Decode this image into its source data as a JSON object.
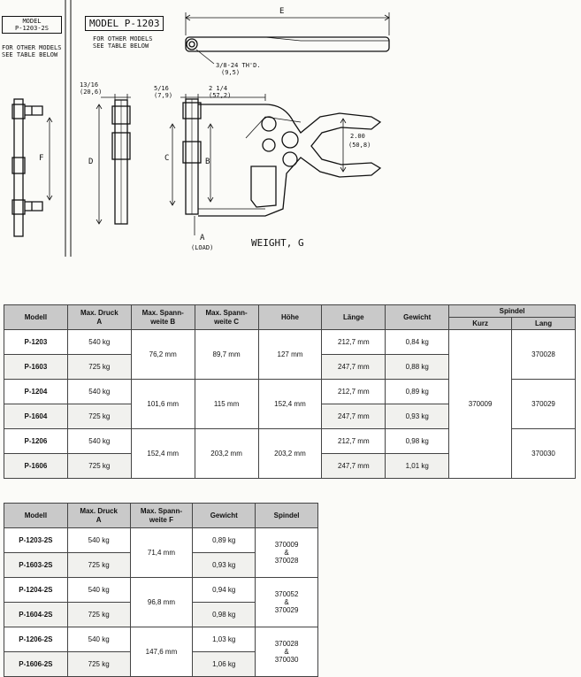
{
  "drawing": {
    "model_box_left": [
      "MODEL",
      "P-1203-2S"
    ],
    "note_left": [
      "FOR OTHER MODELS",
      "SEE TABLE BELOW"
    ],
    "model_box_right": "MODEL P-1203",
    "note_right": [
      "FOR OTHER MODELS",
      "SEE TABLE BELOW"
    ],
    "dim_e": "E",
    "thread": "3/8-24 TH'D.",
    "thread_mm": "(9,5)",
    "dim_13_16": "13/16",
    "dim_13_16_mm": "(20,6)",
    "dim_5_16": "5/16",
    "dim_5_16_mm": "(7,9)",
    "dim_2_1_4": "2 1/4",
    "dim_2_1_4_mm": "(57,2)",
    "dim_2_00": "2.00",
    "dim_2_00_mm": "(50,8)",
    "dim_f": "F",
    "dim_d": "D",
    "dim_c": "C",
    "dim_b": "B",
    "dim_a": "A",
    "load": "(LOAD)",
    "weight": "WEIGHT, G"
  },
  "table1": {
    "headers": {
      "modell": "Modell",
      "druck": [
        "Max. Druck",
        "A"
      ],
      "spann_b": [
        "Max. Spann-",
        "weite B"
      ],
      "spann_c": [
        "Max. Spann-",
        "weite C"
      ],
      "hoehe": "Höhe",
      "laenge": "Länge",
      "gewicht": "Gewicht",
      "spindel": "Spindel",
      "kurz": "Kurz",
      "lang": "Lang"
    },
    "rows": [
      {
        "model": "P-1203",
        "druck": "540 kg",
        "laenge": "212,7 mm",
        "gewicht": "0,84 kg"
      },
      {
        "model": "P-1603",
        "druck": "725 kg",
        "laenge": "247,7 mm",
        "gewicht": "0,88 kg"
      },
      {
        "model": "P-1204",
        "druck": "540 kg",
        "laenge": "212,7 mm",
        "gewicht": "0,89 kg"
      },
      {
        "model": "P-1604",
        "druck": "725 kg",
        "laenge": "247,7 mm",
        "gewicht": "0,93 kg"
      },
      {
        "model": "P-1206",
        "druck": "540 kg",
        "laenge": "212,7 mm",
        "gewicht": "0,98 kg"
      },
      {
        "model": "P-1606",
        "druck": "725 kg",
        "laenge": "247,7 mm",
        "gewicht": "1,01 kg"
      }
    ],
    "groups": [
      {
        "spann_b": "76,2 mm",
        "spann_c": "89,7 mm",
        "hoehe": "127 mm",
        "lang": "370028"
      },
      {
        "spann_b": "101,6 mm",
        "spann_c": "115 mm",
        "hoehe": "152,4 mm",
        "lang": "370029"
      },
      {
        "spann_b": "152,4 mm",
        "spann_c": "203,2 mm",
        "hoehe": "203,2 mm",
        "lang": "370030"
      }
    ],
    "kurz": "370009"
  },
  "table2": {
    "headers": {
      "modell": "Modell",
      "druck": [
        "Max. Druck",
        "A"
      ],
      "spann_f": [
        "Max. Spann-",
        "weite F"
      ],
      "gewicht": "Gewicht",
      "spindel": "Spindel"
    },
    "rows": [
      {
        "model": "P-1203-2S",
        "druck": "540 kg",
        "gewicht": "0,89 kg"
      },
      {
        "model": "P-1603-2S",
        "druck": "725 kg",
        "gewicht": "0,93 kg"
      },
      {
        "model": "P-1204-2S",
        "druck": "540 kg",
        "gewicht": "0,94 kg"
      },
      {
        "model": "P-1604-2S",
        "druck": "725 kg",
        "gewicht": "0,98 kg"
      },
      {
        "model": "P-1206-2S",
        "druck": "540 kg",
        "gewicht": "1,03 kg"
      },
      {
        "model": "P-1606-2S",
        "druck": "725 kg",
        "gewicht": "1,06 kg"
      }
    ],
    "groups": [
      {
        "spann_f": "71,4 mm",
        "spindel": [
          "370009",
          "&",
          "370028"
        ]
      },
      {
        "spann_f": "96,8 mm",
        "spindel": [
          "370052",
          "&",
          "370029"
        ]
      },
      {
        "spann_f": "147,6 mm",
        "spindel": [
          "370028",
          "&",
          "370030"
        ]
      }
    ]
  }
}
